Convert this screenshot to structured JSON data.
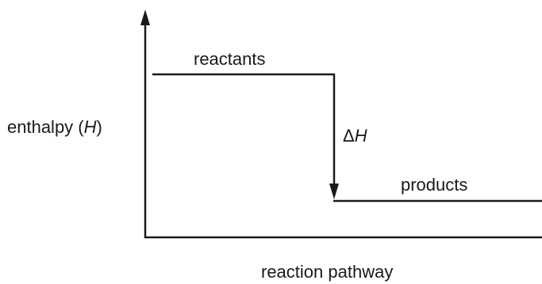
{
  "diagram": {
    "y_axis_label_prefix": "enthalpy (",
    "y_axis_label_symbol": "H",
    "y_axis_label_suffix": ")",
    "x_axis_label": "reaction pathway",
    "reactants_label": "reactants",
    "products_label": "products",
    "delta_symbol": "Δ",
    "delta_var": "H",
    "line_color": "#1a1a1a"
  }
}
